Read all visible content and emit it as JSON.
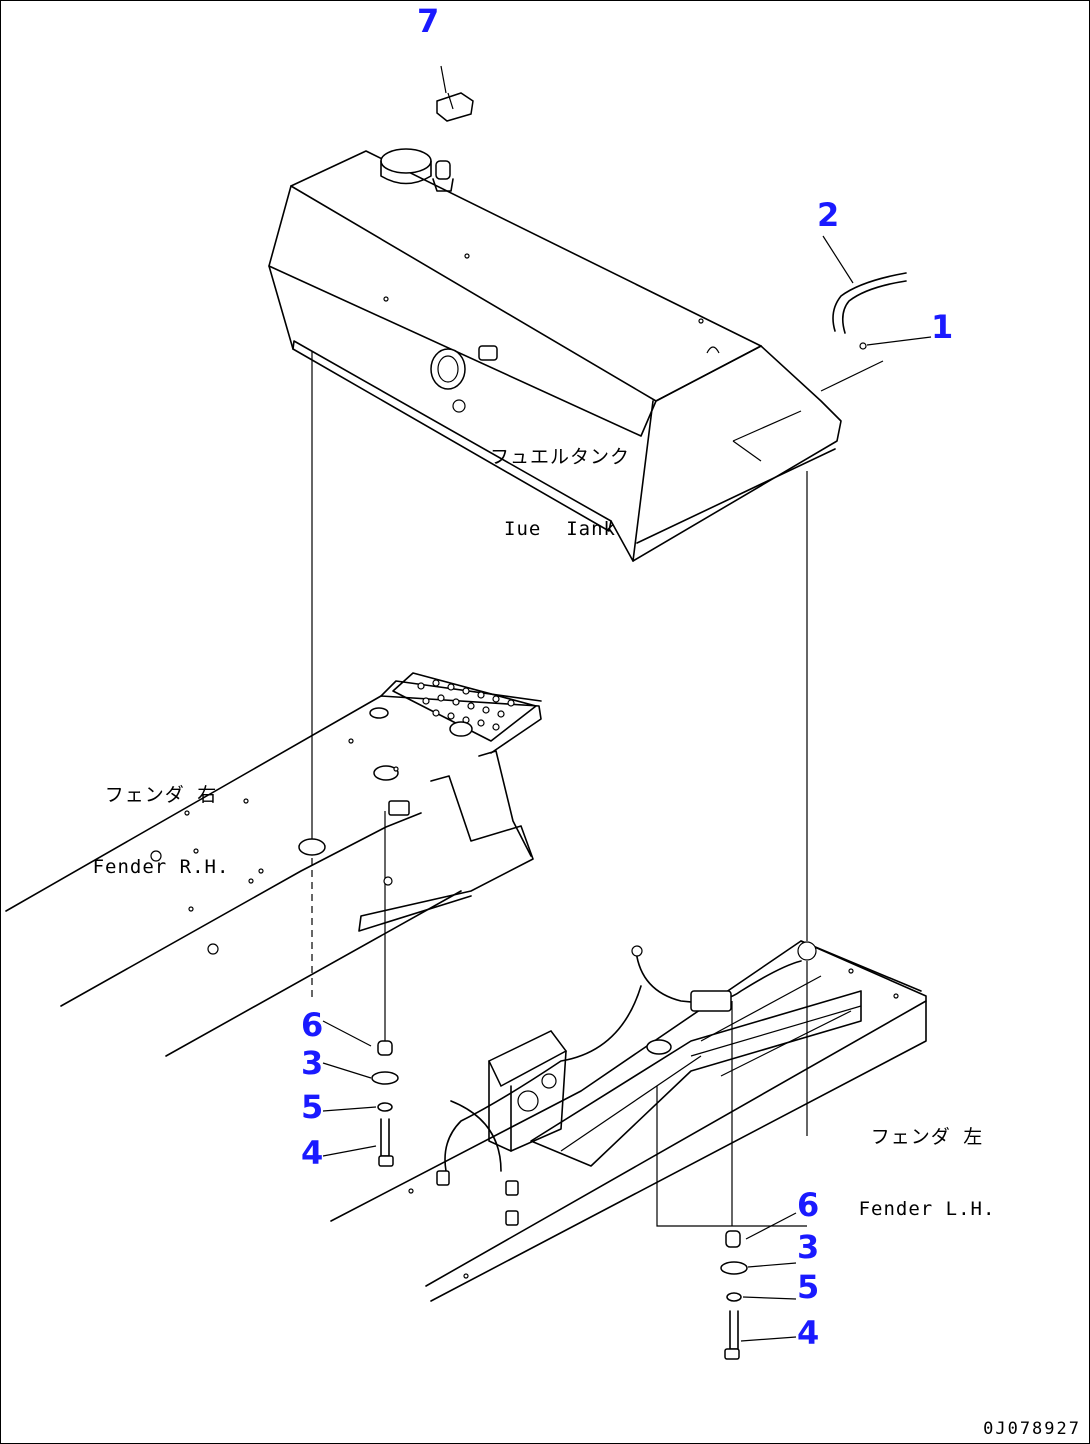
{
  "callouts": {
    "c1": "1",
    "c2": "2",
    "c7": "7",
    "left6": "6",
    "left3": "3",
    "left5": "5",
    "left4": "4",
    "right6": "6",
    "right3": "3",
    "right5": "5",
    "right4": "4"
  },
  "labels": {
    "fuel_tank_jp": "フュエルタンク",
    "fuel_tank_en": "Iue  Iank",
    "fender_rh_jp": "フェンダ 右",
    "fender_rh_en": "Fender R.H.",
    "fender_lh_jp": "フェンダ 左",
    "fender_lh_en": "Fender L.H."
  },
  "drawing_number": "0J078927",
  "colors": {
    "callout": "#1a1aff",
    "line": "#000000",
    "background": "#ffffff"
  }
}
